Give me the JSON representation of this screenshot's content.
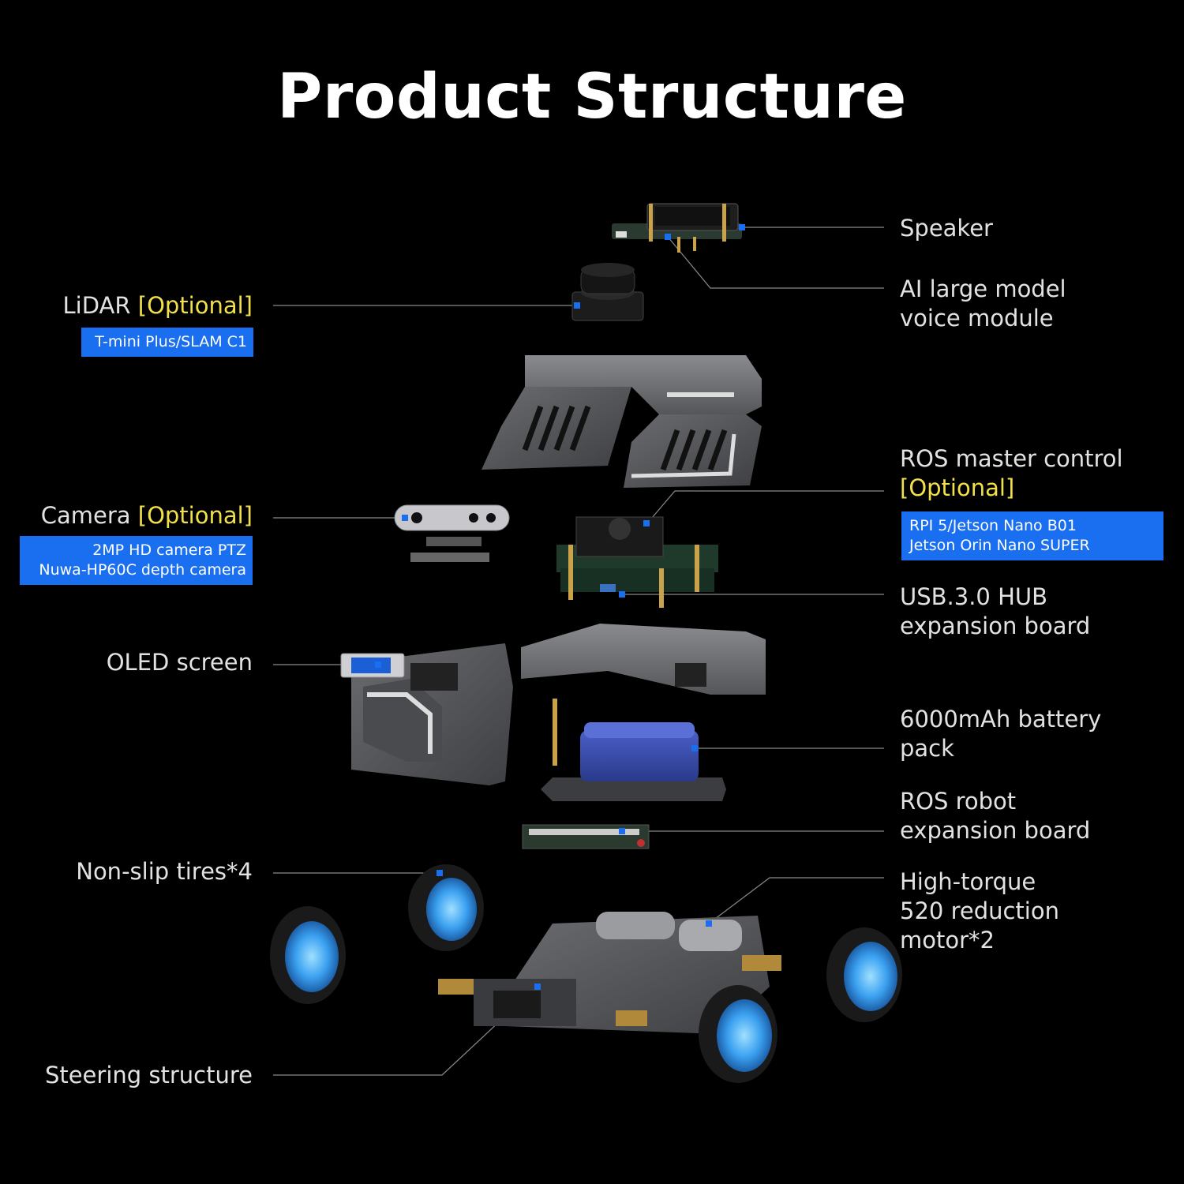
{
  "title": "Product Structure",
  "colors": {
    "background": "#000000",
    "accent_blue": "#1a6ff0",
    "optional_yellow": "#f2e04a",
    "plate_gray": "#6e6f72",
    "wheel_blue": "#4fb3ff"
  },
  "callouts": {
    "speaker": {
      "text": "Speaker"
    },
    "ai_voice": {
      "line1": "AI large model",
      "line2": "voice module"
    },
    "ros_master": {
      "line1": "ROS master control",
      "optional": "[Optional]",
      "tag1": "RPI 5/Jetson Nano B01",
      "tag2": "Jetson Orin Nano SUPER"
    },
    "usb_hub": {
      "line1": "USB.3.0 HUB",
      "line2": "expansion board"
    },
    "battery": {
      "line1": "6000mAh battery",
      "line2": "pack"
    },
    "ros_robot": {
      "line1": "ROS robot",
      "line2": "expansion board"
    },
    "motor": {
      "line1": "High-torque",
      "line2": "520 reduction",
      "line3": "motor*2"
    },
    "lidar": {
      "text": "LiDAR",
      "optional": "[Optional]",
      "tag": "T-mini Plus/SLAM C1"
    },
    "camera": {
      "text": "Camera",
      "optional": "[Optional]",
      "tag1": "2MP HD camera PTZ",
      "tag2": "Nuwa-HP60C depth camera"
    },
    "oled": {
      "text": "OLED screen"
    },
    "tires": {
      "text": "Non-slip tires*4"
    },
    "steering": {
      "text": "Steering structure"
    }
  }
}
